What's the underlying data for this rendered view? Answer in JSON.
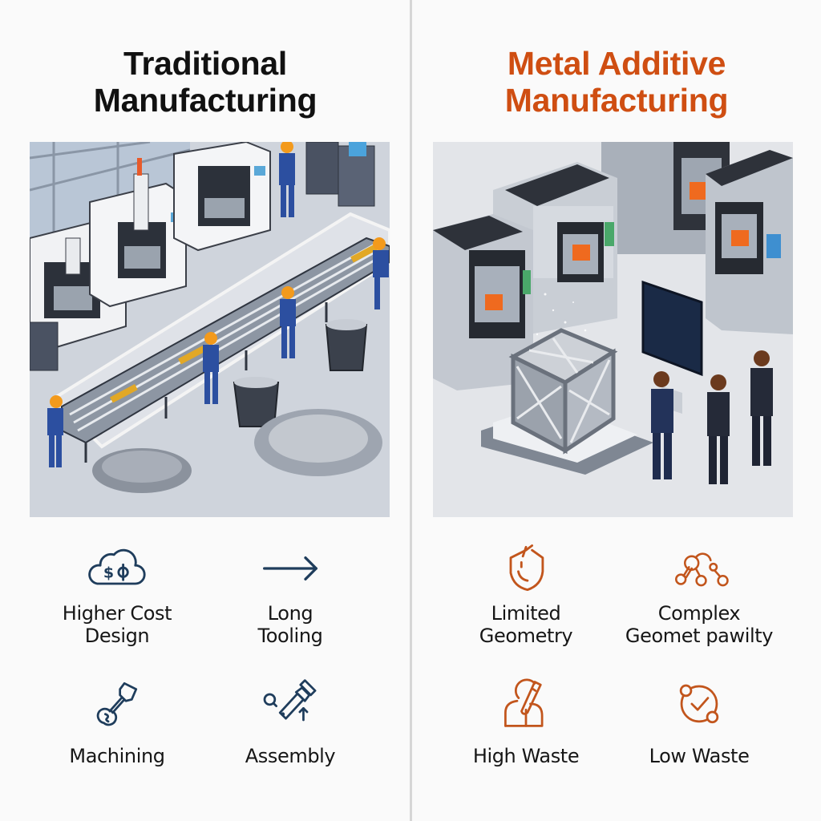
{
  "colors": {
    "traditional_title": "#111111",
    "additive_title": "#cf4e12",
    "traditional_icon": "#1f3d5c",
    "additive_icon": "#c2551c",
    "divider": "#d6d6d6",
    "background": "#fafafa"
  },
  "left": {
    "title_line1": "Traditional",
    "title_line2": "Manufacturing",
    "illustration": "Isometric factory floor with CNC machining centers, workers in orange hard hats and blue overalls at a roller conveyor of metal bars, waste bins and piles of metal chips/swarf",
    "features": [
      {
        "icon": "cloud-dollar-icon",
        "line1": "Higher Cost",
        "line2": "Design"
      },
      {
        "icon": "arrow-right-icon",
        "line1": "Long",
        "line2": "Tooling"
      },
      {
        "icon": "machining-tool-icon",
        "line1": "Machining",
        "line2": ""
      },
      {
        "icon": "assembly-tool-icon",
        "line1": "Assembly",
        "line2": ""
      }
    ]
  },
  "right": {
    "title_line1": "Metal Additive",
    "title_line2": "Manufacturing",
    "illustration": "Isometric room of metal 3D printers with orange parts in build chambers, a glowing lattice cube on a platform, a monitor showing the lattice model, and three men in suits observing",
    "features": [
      {
        "icon": "shield-geometry-icon",
        "line1": "Limited",
        "line2": "Geometry"
      },
      {
        "icon": "molecule-network-icon",
        "line1": "Complex",
        "line2": "Geomet pawilty"
      },
      {
        "icon": "person-tool-icon",
        "line1": "High Waste",
        "line2": ""
      },
      {
        "icon": "cycle-check-icon",
        "line1": "Low Waste",
        "line2": ""
      }
    ]
  }
}
